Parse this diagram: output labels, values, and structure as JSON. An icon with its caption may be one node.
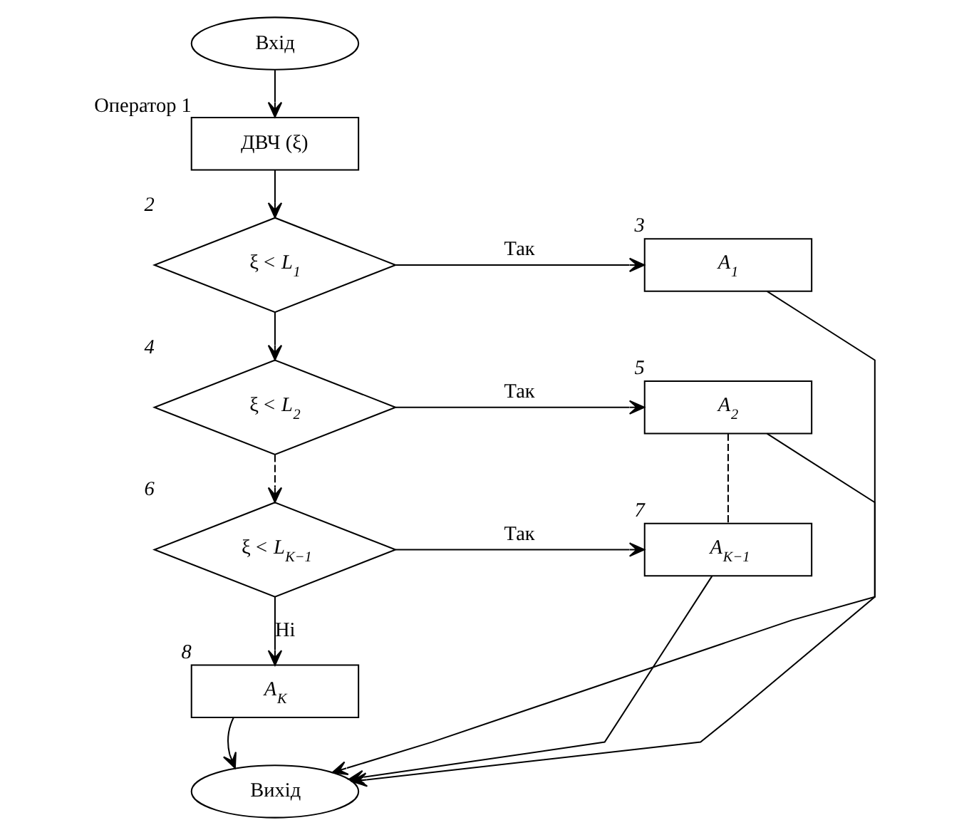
{
  "diagram": {
    "nodes": [
      {
        "text": [
          "Вхід"
        ]
      },
      {
        "text": [
          "ДВЧ (ξ)"
        ],
        "beside": [
          "Оператор 1"
        ]
      },
      {
        "text": [
          "ξ < *L*$_{1}$"
        ],
        "beside": [
          "*2*"
        ]
      },
      {
        "text": [
          "*A*$_{1}$"
        ],
        "beside": [
          "*3*"
        ]
      },
      {
        "text": [
          "ξ < *L*$_{2}$"
        ],
        "beside": [
          "*4*"
        ]
      },
      {
        "text": [
          "*A*$_{2}$"
        ],
        "beside": [
          "*5*"
        ]
      },
      {
        "text": [
          "ξ < *L*$_{K−1}$"
        ],
        "beside": [
          "*6*"
        ]
      },
      {
        "text": [
          "*A*$_{K−1}$"
        ],
        "beside": [
          "*7*"
        ]
      },
      {
        "text": [
          "*A*$_{K}$"
        ],
        "beside": [
          "*8*"
        ]
      },
      {
        "text": [
          "Вихід"
        ]
      }
    ],
    "edges": [
      {
        "from": 0,
        "to": 1,
        "arrow": "to"
      },
      {
        "from": 1,
        "to": 2,
        "arrow": "to"
      },
      {
        "from": 2,
        "to": 3,
        "arrow": "to",
        "label": "Так"
      },
      {
        "from": 2,
        "to": 4,
        "arrow": "to"
      },
      {
        "from": 4,
        "to": 5,
        "arrow": "to",
        "label": "Так"
      },
      {
        "from": 4,
        "to": 6,
        "arrow": "to",
        "style": "dashed"
      },
      {
        "from": 5,
        "to": 7,
        "arrow": "none",
        "style": "dashed"
      },
      {
        "from": 6,
        "to": 7,
        "arrow": "to",
        "label": "Так"
      },
      {
        "from": 6,
        "to": 8,
        "arrow": "to",
        "label": "Ні"
      },
      {
        "from": 3,
        "to": 9,
        "arrow": "to"
      },
      {
        "from": 5,
        "to": 9,
        "arrow": "to"
      },
      {
        "from": 7,
        "to": 9,
        "arrow": "to"
      },
      {
        "from": 8,
        "to": 9,
        "arrow": "to"
      }
    ]
  }
}
